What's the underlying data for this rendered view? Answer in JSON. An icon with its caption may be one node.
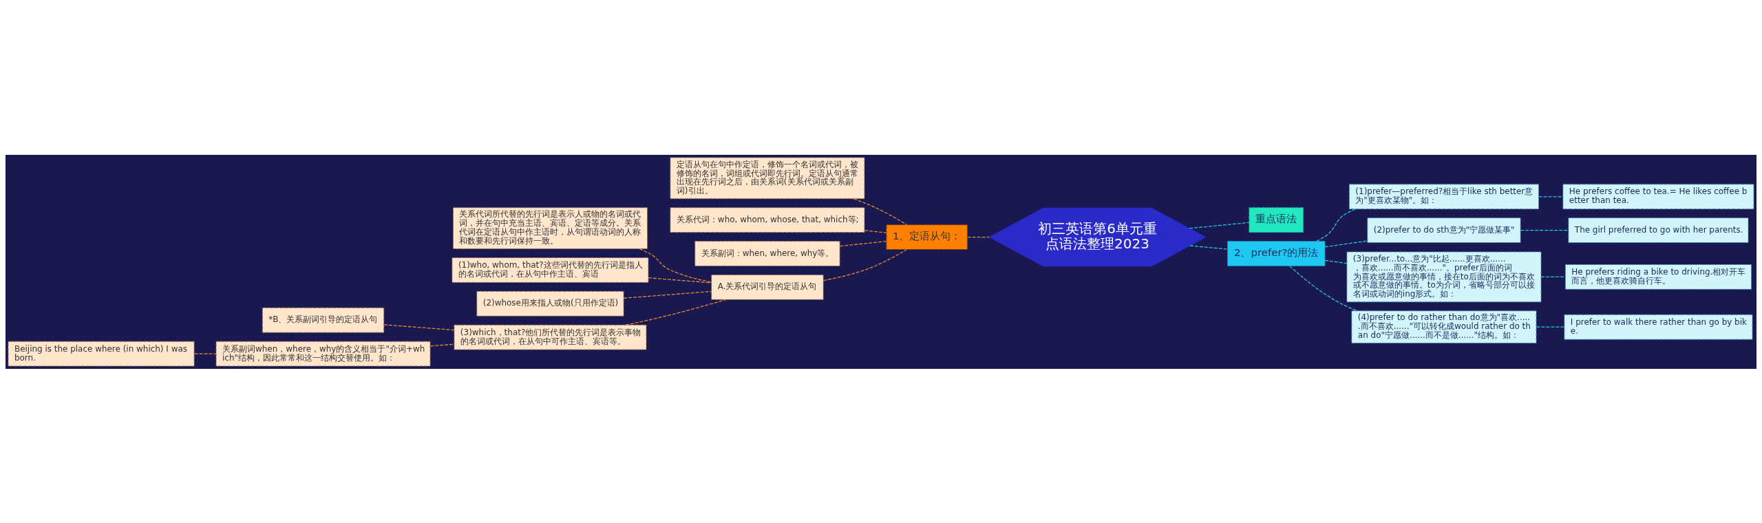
{
  "diagram": {
    "nodes": [
      {
        "text": [
          "初三英语第6单元重点语法整理2023"
        ]
      },
      {
        "text": [
          "1、定语从句："
        ]
      },
      {
        "text": [
          "定语从句在句中作定语，修饰一个名词或代词，被修饰的名词，词组或代词即先行词。定语从句通常出现在先行词之后，由关系词(关系代词或关系副词)引出。"
        ]
      },
      {
        "text": [
          "关系代词：who, whom, whose, that, which等;"
        ]
      },
      {
        "text": [
          "关系副词：when, where, why等。"
        ]
      },
      {
        "text": [
          "A.关系代词引导的定语从句"
        ]
      },
      {
        "text": [
          "关系代词所代替的先行词是表示人或物的名词或代词，并在句中充当主语、宾语、定语等成分。关系代词在定语从句中作主语时，从句谓语动词的人称和数要和先行词保持一致。"
        ]
      },
      {
        "text": [
          "(1)who, whom, that?这些词代替的先行词是指人的名词或代词，在从句中作主语、宾语"
        ]
      },
      {
        "text": [
          "(2)whose用来指人或物(只用作定语)"
        ]
      },
      {
        "text": [
          "(3)which，that?他们所代替的先行词是表示事物的名词或代词，在从句中可作主语、宾语等。"
        ]
      },
      {
        "text": [
          "*B、关系副词引导的定语从句"
        ]
      },
      {
        "text": [
          "关系副词when，where，why的含义相当于\"介词+which\"结构，因此常常和这一结构交替使用。如："
        ]
      },
      {
        "text": [
          "Beijing is the place where (in which) I was born."
        ]
      },
      {
        "text": [
          "重点语法"
        ]
      },
      {
        "text": [
          "2、prefer?的用法"
        ]
      },
      {
        "text": [
          "(1)prefer—preferred?相当于like sth better意为\"更喜欢某物\"。如："
        ]
      },
      {
        "text": [
          "He prefers coffee to tea.= He likes coffee better than tea."
        ]
      },
      {
        "text": [
          "(2)prefer to do sth意为\"宁愿做某事\""
        ]
      },
      {
        "text": [
          "The girl preferred to go with her parents."
        ]
      },
      {
        "text": [
          "(3)prefer...to...意为\"比起......更喜欢......，喜欢......而不喜欢......\"。prefer后面的词为喜欢或愿意做的事情，接在to后面的词为不喜欢或不愿意做的事情。to为介词，省略号部分可以接名词或动词的ing形式。如："
        ]
      },
      {
        "text": [
          "He prefers riding a bike to driving.相对开车而言，他更喜欢骑自行车。"
        ]
      },
      {
        "text": [
          "(4)prefer to do rather than do意为\"喜欢......而不喜欢......\"可以转化成would rather do than do\"宁愿做......而不是做......\"结构。如："
        ]
      },
      {
        "text": [
          "I prefer to walk there rather than go by bike."
        ]
      }
    ],
    "edges": [
      {
        "from": 0,
        "to": 1,
        "arrow": "none"
      },
      {
        "from": 1,
        "to": 2,
        "arrow": "none"
      },
      {
        "from": 1,
        "to": 3,
        "arrow": "none"
      },
      {
        "from": 1,
        "to": 4,
        "arrow": "none"
      },
      {
        "from": 1,
        "to": 5,
        "arrow": "none"
      },
      {
        "from": 5,
        "to": 6,
        "arrow": "none"
      },
      {
        "from": 5,
        "to": 7,
        "arrow": "none"
      },
      {
        "from": 5,
        "to": 8,
        "arrow": "none"
      },
      {
        "from": 5,
        "to": 9,
        "arrow": "none"
      },
      {
        "from": 9,
        "to": 10,
        "arrow": "none"
      },
      {
        "from": 9,
        "to": 11,
        "arrow": "none"
      },
      {
        "from": 11,
        "to": 12,
        "arrow": "none"
      },
      {
        "from": 0,
        "to": 13,
        "arrow": "none",
        "color": "#1ec8e6"
      },
      {
        "from": 0,
        "to": 14,
        "arrow": "none",
        "color": "#1ec8e6"
      },
      {
        "from": 14,
        "to": 15,
        "arrow": "none",
        "color": "#1ec8e6"
      },
      {
        "from": 15,
        "to": 16,
        "arrow": "none",
        "color": "#1ec8e6"
      },
      {
        "from": 14,
        "to": 17,
        "arrow": "none",
        "color": "#1ec8e6"
      },
      {
        "from": 17,
        "to": 18,
        "arrow": "none",
        "color": "#1ec8e6"
      },
      {
        "from": 14,
        "to": 19,
        "arrow": "none",
        "color": "#1ec8e6"
      },
      {
        "from": 19,
        "to": 20,
        "arrow": "none",
        "color": "#1ec8e6"
      },
      {
        "from": 14,
        "to": 21,
        "arrow": "none",
        "color": "#1ec8e6"
      },
      {
        "from": 21,
        "to": 22,
        "arrow": "none",
        "color": "#1ec8e6"
      }
    ]
  }
}
